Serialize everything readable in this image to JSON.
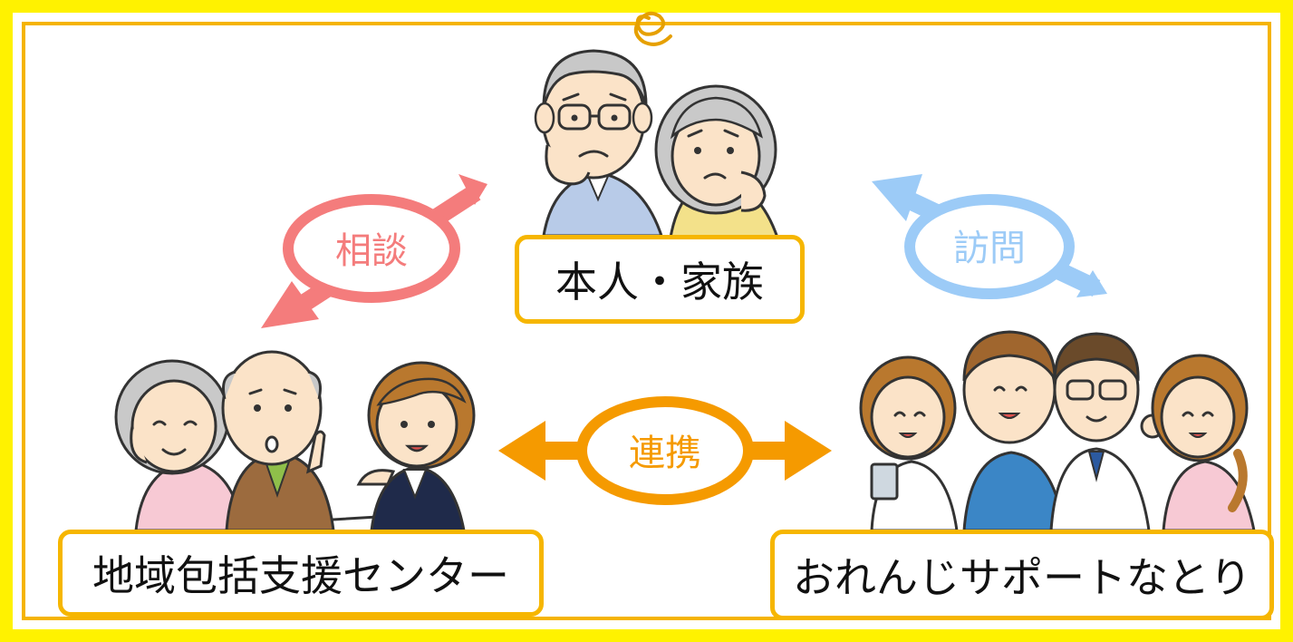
{
  "nodes": {
    "person_family": "本人・家族",
    "support_center": "地域包括支援センター",
    "orange_support": "おれんじサポートなとり"
  },
  "links": {
    "consultation": "相談",
    "visit": "訪問",
    "cooperation": "連携"
  },
  "colors": {
    "frame_outer": "#fff200",
    "frame_inner": "#f5b400",
    "box_border": "#f6b600",
    "consultation": "#f47c7c",
    "visit": "#9ccbf7",
    "cooperation": "#f59a00"
  },
  "icons": [
    "worry-swirl-icon",
    "elderly-couple-icon",
    "consultation-group-icon",
    "care-staff-group-icon"
  ]
}
